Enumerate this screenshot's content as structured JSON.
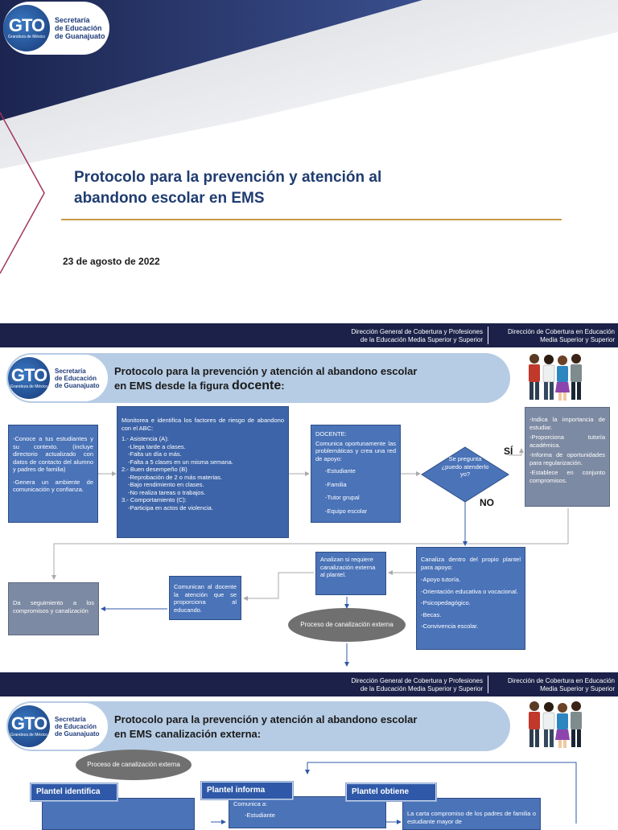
{
  "slide1": {
    "logo": {
      "gto": "GTO",
      "sub": "Grandeza de México",
      "line1": "Secretaría",
      "line2": "de Educación",
      "line3": "de Guanajuato"
    },
    "title_line1": "Protocolo para la prevención y atención al",
    "title_line2": "abandono escolar en EMS",
    "date": "23 de agosto de 2022"
  },
  "header": {
    "left_line1": "Dirección General de Cobertura y Profesiones",
    "left_line2": "de la Educación Media Superior y Superior",
    "right_line1": "Dirección de Cobertura en Educación",
    "right_line2": "Media Superior y Superior"
  },
  "slide2": {
    "title_line1": "Protocolo para la prevención y atención al abandono escolar",
    "title_line2_prefix": "en  EMS desde la figura ",
    "title_line2_emph": "docente",
    "title_line2_suffix": ":",
    "box_conoce": {
      "p1": "-Conoce a tus estudiantes y su contexto. (incluye directorio actualizado con datos de contacto del alumno y padres de familia)",
      "p2": "-Genera un ambiente de comunicación y confianza."
    },
    "box_monitorea": {
      "intro": "Monitorea e identifica los factores de riesgo de abandono con el ABC:",
      "a_head": "1.- Asistencia (A):",
      "a1": "-Llega tarde a clases.",
      "a2": "-Falta un día o más.",
      "a3": "-Falta a 5 clases en un misma semana.",
      "b_head": "2.- Buen desempeño (B)",
      "b1": "-Reprobación de 2 o más materias.",
      "b2": "-Bajo rendimiento en clases.",
      "b3": "-No realiza tareas o trabajos.",
      "c_head": "3.- Comportamiento (C):",
      "c1": "-Participa en actos de violencia."
    },
    "box_docente": {
      "head": "DOCENTE:",
      "text": "Comunica oportunamente las problemáticas y crea una red de apoyo:",
      "i1": "-Estudiante",
      "i2": "-Familia",
      "i3": "-Tutor grupal",
      "i4": "-Equipo escolar"
    },
    "diamond": "Se pregunta ¿puedo atenderlo yo?",
    "si": "SÍ",
    "no": "NO",
    "box_indica": {
      "i1": "-Indica la importancia de estudiar.",
      "i2": "-Proporciona tutoría académica.",
      "i3": "-Informa de oportunidades para regularización.",
      "i4": "-Establece en conjunto compromisos."
    },
    "box_seguimiento": "Da seguimiento a los compromisos y canalización",
    "box_comunican": "Comunican al docente la atención que se proporciona al educando.",
    "box_analizan": "Analizan si requiere canalización externa al plantel.",
    "ellipse": "Proceso de canalización externa",
    "box_canaliza": {
      "head": "Canaliza dentro del propio plantel para apoyo:",
      "i1": "-Apoyo tutoría.",
      "i2": "-Orientación educativa o vocacional.",
      "i3": "-Psicopedagógico.",
      "i4": "-Becas.",
      "i5": "-Convivencia escolar."
    }
  },
  "slide3": {
    "title_line1": "Protocolo para la prevención y atención al abandono escolar",
    "title_line2": "en  EMS canalización externa:",
    "ellipse": "Proceso de canalización externa",
    "tab1": "Plantel identifica",
    "tab2": "Plantel informa",
    "tab3": "Plantel obtiene",
    "box2_head": "Comunica a:",
    "box2_i1": "-Estudiante",
    "box3_text": "La carta compromiso de los padres de familia o estudiante mayor de"
  }
}
